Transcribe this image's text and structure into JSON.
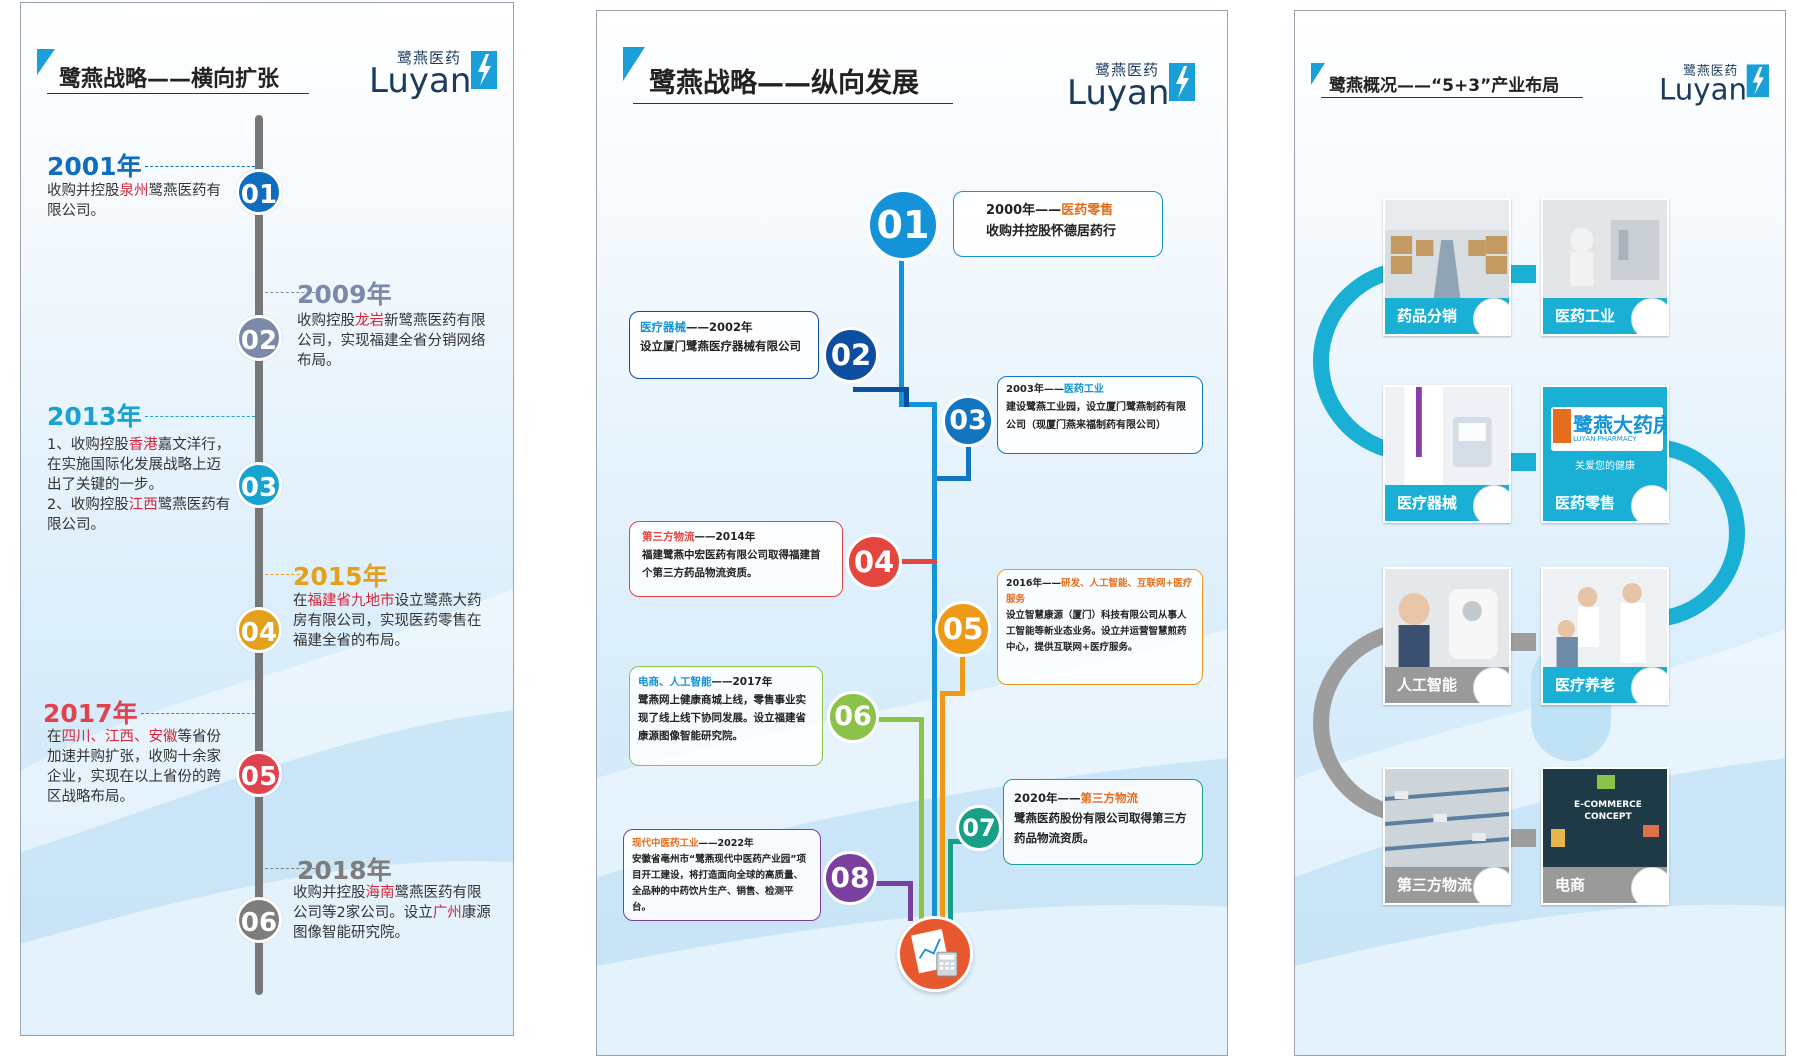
{
  "brand": {
    "cn": "鹭燕医药",
    "en": "Luyan"
  },
  "panel1": {
    "title": "鹭燕战略——横向扩张",
    "entries": [
      {
        "num": "01",
        "year": "2001年",
        "color": "#0f6cbf",
        "text": [
          "收购并控股",
          "泉州",
          "鹭燕医药",
          "有限公司。"
        ]
      },
      {
        "num": "02",
        "year": "2009年",
        "color": "#7a8aa8",
        "text": [
          "收购控股",
          "龙岩",
          "新鹭燕医药有限公司，实现福建全省分销网络布局。"
        ]
      },
      {
        "num": "03",
        "year": "2013年",
        "color": "#16a3cf",
        "text": [
          "1、收购控股",
          "香港",
          "嘉文洋行，在实施国际化发展战略上迈出了关键的一步。",
          "2、收购控股",
          "江西",
          "鹭燕医药有限公司。"
        ]
      },
      {
        "num": "04",
        "year": "2015年",
        "color": "#e3a01b",
        "text": [
          "在",
          "福建省九地市",
          "设立鹭燕大药房有限公司，实现医药零售在福建全省的布局。"
        ]
      },
      {
        "num": "05",
        "year": "2017年",
        "color": "#e0434d",
        "text": [
          "在",
          "四川、江西、安徽",
          "等省份加速并购扩张，收购十余家企业，实现在以上省份的跨区战略布局。"
        ]
      },
      {
        "num": "06",
        "year": "2018年",
        "color": "#7d7d7d",
        "text": [
          "收购并控股",
          "海南",
          "鹭燕医药有限公司等2家公司。设立",
          "广州",
          "康源图像智能研究院。"
        ]
      }
    ]
  },
  "panel2": {
    "title": "鹭燕战略——纵向发展",
    "entries": [
      {
        "num": "01",
        "color": "#1593d8",
        "head_pre": "2000年——",
        "head_key": "医药零售",
        "key_color": "#e46e1e",
        "body": "收购并控股怀德居药行"
      },
      {
        "num": "02",
        "color": "#0e4ea0",
        "head_key": "医疗器械",
        "head_post": "——2002年",
        "key_color": "#1593d8",
        "body": "设立厦门鹭燕医疗器械有限公司"
      },
      {
        "num": "03",
        "color": "#1375c0",
        "head_pre": "2003年——",
        "head_key": "医药工业",
        "key_color": "#1593d8",
        "body": "建设鹭燕工业园，设立厦门鹭燕制药有限公司（现厦门燕来福制药有限公司）"
      },
      {
        "num": "04",
        "color": "#e2463f",
        "head_key": "第三方物流",
        "head_post": "——2014年",
        "key_color": "#e2463f",
        "body": "福建鹭燕中宏医药有限公司取得福建首个第三方药品物流资质。"
      },
      {
        "num": "05",
        "color": "#ef9a16",
        "head_pre": "2016年——",
        "head_key": "研发、人工智能、互联网+医疗服务",
        "key_color": "#e46e1e",
        "body": "设立智慧康源（厦门）科技有限公司从事人工智能等新业态业务。设立并运营智慧煎药中心，提供互联网+医疗服务。"
      },
      {
        "num": "06",
        "color": "#8bc34a",
        "head_key": "电商、人工智能",
        "head_post": "——2017年",
        "key_color": "#1593d8",
        "body": "鹭燕网上健康商城上线，零售事业实现了线上线下协同发展。设立福建省康源图像智能研究院。"
      },
      {
        "num": "07",
        "color": "#17a087",
        "head_pre": "2020年——",
        "head_key": "第三方物流",
        "key_color": "#e46e1e",
        "body": "鹭燕医药股份有限公司取得第三方药品物流资质。"
      },
      {
        "num": "08",
        "color": "#7a3f9f",
        "head_key": "现代中医药工业",
        "head_post": "——2022年",
        "key_color": "#e46e1e",
        "body": "安徽省亳州市“鹭燕现代中医药产业园”项目开工建设，将打造面向全球的高质量、全品种的中药饮片生产、销售、检测平台。"
      }
    ]
  },
  "panel3": {
    "title": "鹭燕概况——“5+3”产业布局",
    "store_brand": {
      "name": "鹭燕大药房",
      "en": "LUYAN PHARMACY",
      "slogan": "关爱您的健康"
    },
    "tiles": [
      {
        "label": "药品分销",
        "cap_color": "#1ab0d5"
      },
      {
        "label": "医药工业",
        "cap_color": "#1ab0d5"
      },
      {
        "label": "医疗器械",
        "cap_color": "#1ab0d5"
      },
      {
        "label": "医药零售",
        "cap_color": "#1ab0d5"
      },
      {
        "label": "人工智能",
        "cap_color": "#9a9a9a"
      },
      {
        "label": "医疗养老",
        "cap_color": "#1ab0d5"
      },
      {
        "label": "第三方物流",
        "cap_color": "#9a9a9a"
      },
      {
        "label": "电商",
        "cap_color": "#9a9a9a"
      }
    ],
    "ecommerce_text": "E-COMMERCE CONCEPT"
  }
}
